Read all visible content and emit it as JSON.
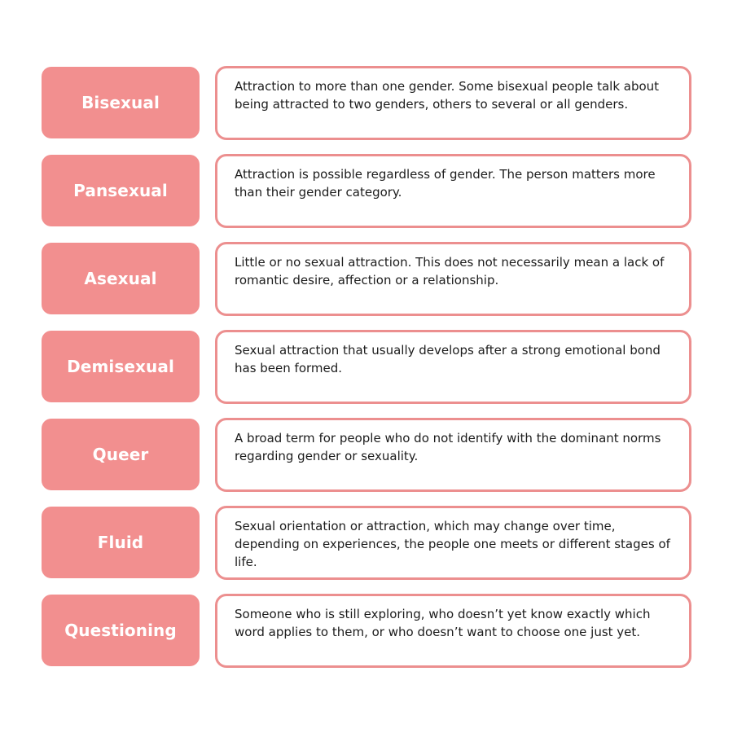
{
  "colors": {
    "term_background": "#f28f8f",
    "definition_border": "#ec8f8f",
    "term_text": "#ffffff",
    "definition_text": "#1c1c1c"
  },
  "terms": [
    {
      "name": "Bisexual",
      "definition": "Attraction to more than one gender. Some bisexual people talk about being attracted to two genders, others to several or all genders."
    },
    {
      "name": "Pansexual",
      "definition": "Attraction is possible regardless of gender. The person matters more than their gender category."
    },
    {
      "name": "Asexual",
      "definition": "Little or no sexual attraction. This does not necessarily mean a lack of romantic desire, affection or a relationship."
    },
    {
      "name": "Demisexual",
      "definition": "Sexual attraction that usually develops after a strong emotional bond has been formed."
    },
    {
      "name": "Queer",
      "definition": "A broad term for people who do not identify with the dominant norms regarding gender or sexuality."
    },
    {
      "name": "Fluid",
      "definition": "Sexual orientation or attraction, which may change over time, depending on experiences, the people one meets or different stages of life."
    },
    {
      "name": "Questioning",
      "definition": "Someone who is still exploring, who doesn’t yet know exactly which word applies to them, or who doesn’t want to choose one just yet."
    }
  ]
}
